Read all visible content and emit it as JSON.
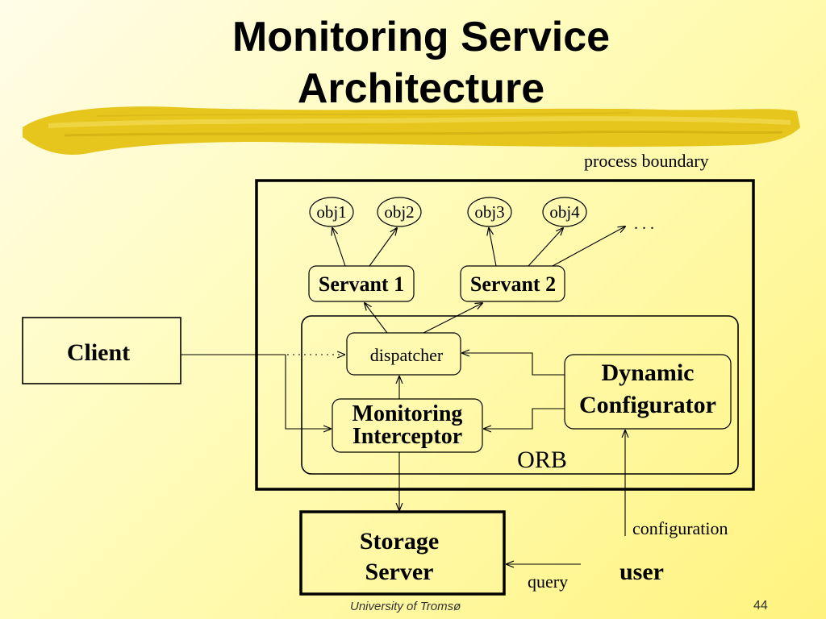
{
  "slide": {
    "title_line1": "Monitoring Service",
    "title_line2": "Architecture",
    "footer": "University of Tromsø",
    "page_number": "44"
  },
  "diagram": {
    "process_boundary": "process boundary",
    "objects": [
      "obj1",
      "obj2",
      "obj3",
      "obj4"
    ],
    "ellipsis": ". . .",
    "servant1": "Servant 1",
    "servant2": "Servant 2",
    "client": "Client",
    "dispatcher": "dispatcher",
    "dyn_config_line1": "Dynamic",
    "dyn_config_line2": "Configurator",
    "mon_int_line1": "Monitoring",
    "mon_int_line2": "Interceptor",
    "orb": "ORB",
    "storage_line1": "Storage",
    "storage_line2": "Server",
    "configuration": "configuration",
    "user": "user",
    "query": "query"
  },
  "colors": {
    "brush": "#e6c61c",
    "background": "#fffbb8"
  }
}
